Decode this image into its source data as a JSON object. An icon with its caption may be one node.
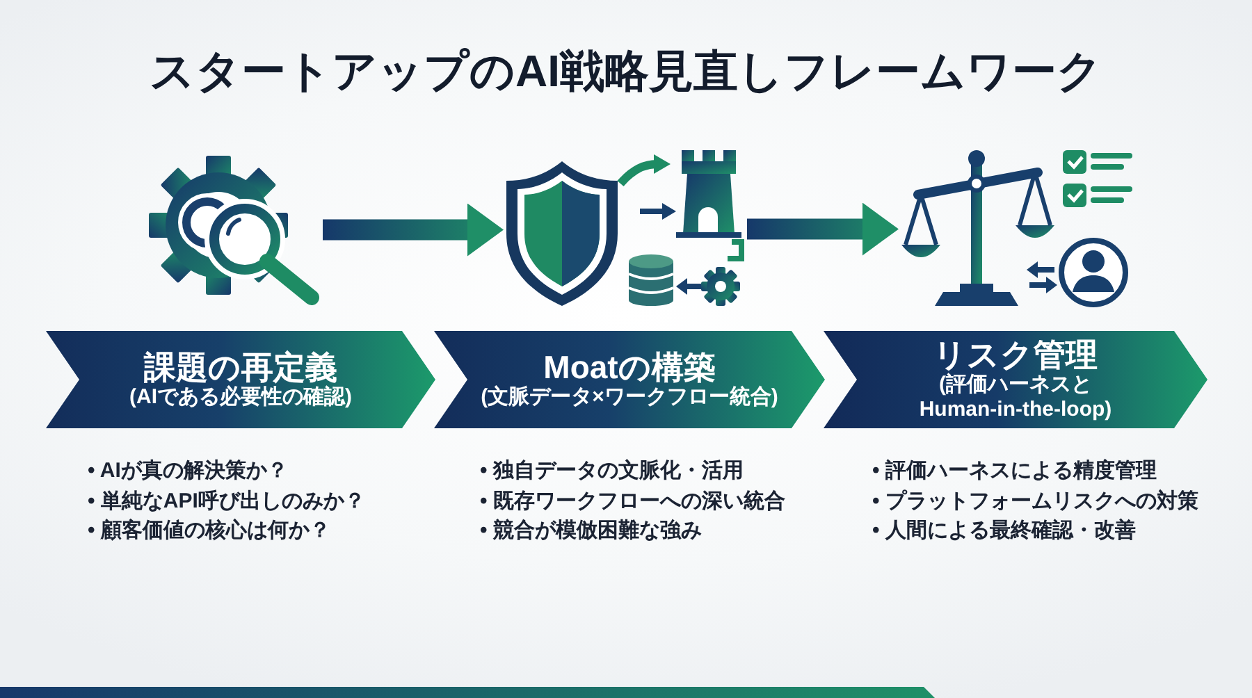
{
  "diagram": {
    "title": "スタートアップのAI戦略見直しフレームワーク",
    "nodes": [
      {
        "text": [],
        "shape": "picture"
      },
      {
        "text": [],
        "shape": "picture"
      },
      {
        "text": [],
        "shape": "picture"
      },
      {
        "text": [
          "課題の再定義",
          "(AIである必要性の確認)"
        ],
        "beside": [
          "• AIが真の解決策か？",
          "• 単純なAPI呼び出しのみか？",
          "• 顧客価値の核心は何か？"
        ]
      },
      {
        "text": [
          "Moatの構築",
          "(文脈データ×ワークフロー統合)"
        ],
        "beside": [
          "• 独自データの文脈化・活用",
          "• 既存ワークフローへの深い統合",
          "• 競合が模倣困難な強み"
        ]
      },
      {
        "text": [
          "リスク管理",
          "(評価ハーネスとHuman-in-the-loop)"
        ],
        "beside": [
          "• 評価ハーネスによる精度管理",
          "• プラットフォームリスクへの対策",
          "• 人間による最終確認・改善"
        ]
      }
    ],
    "edges": [
      {
        "from": 0,
        "to": 1,
        "arrow": "to"
      },
      {
        "from": 1,
        "to": 2,
        "arrow": "to"
      }
    ]
  }
}
